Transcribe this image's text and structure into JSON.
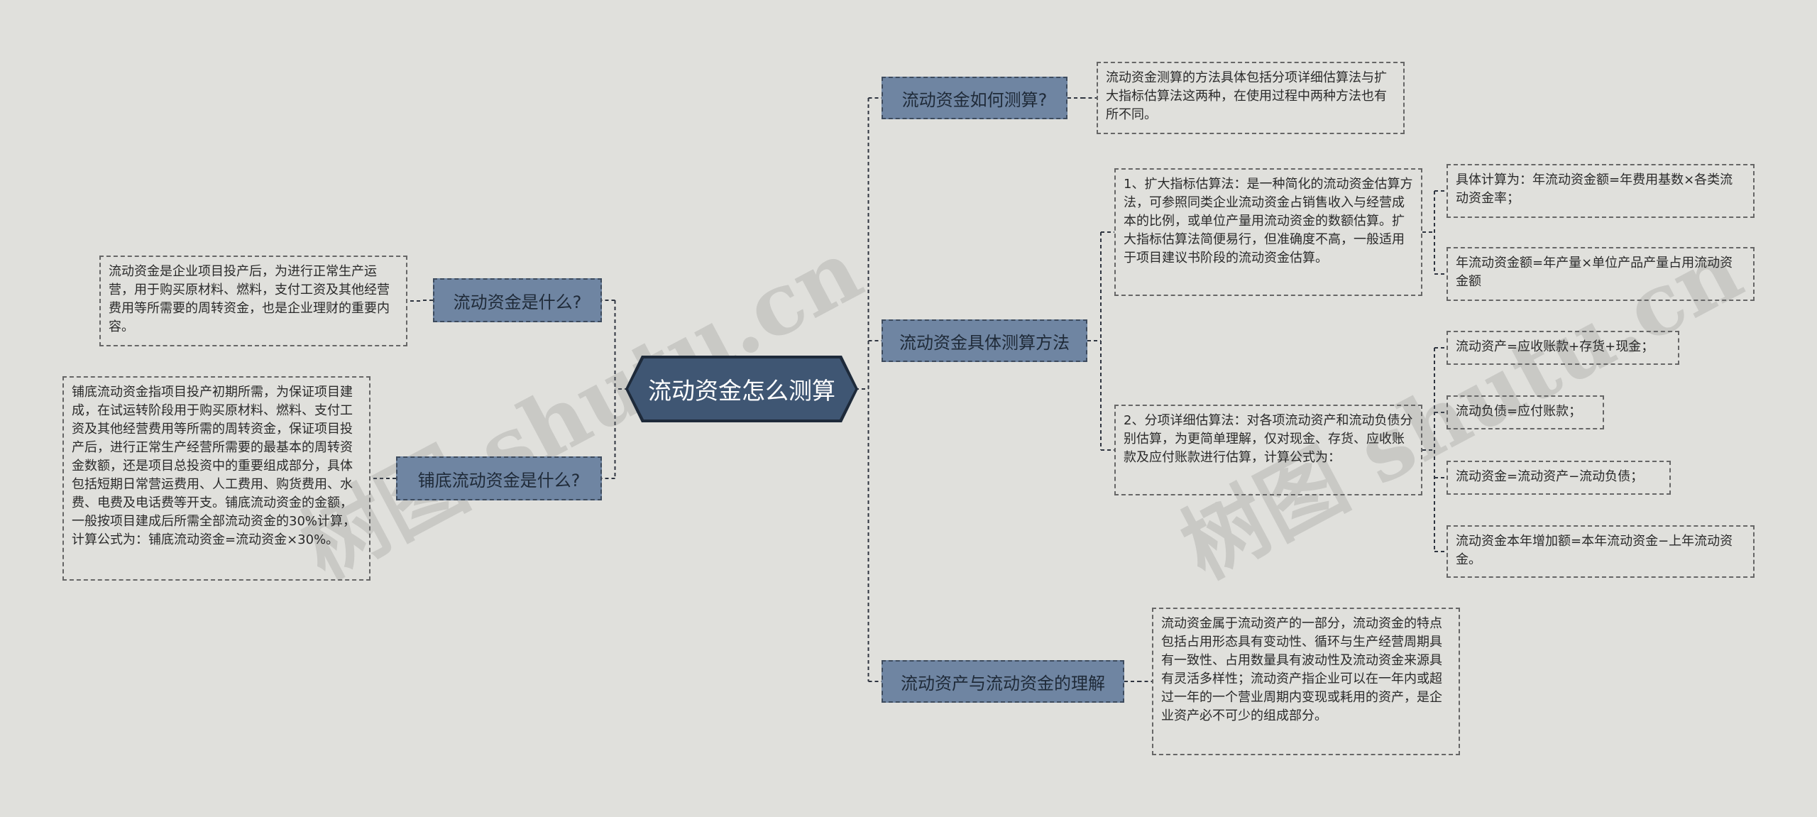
{
  "root": {
    "label": "流动资金怎么测算"
  },
  "branches": {
    "how": "流动资金如何测算?",
    "method": "流动资金具体测算方法",
    "understand": "流动资产与流动资金的理解",
    "what": "流动资金是什么?",
    "base": "铺底流动资金是什么?"
  },
  "leaves": {
    "how_desc": "流动资金测算的方法具体包括分项详细估算法与扩大指标估算法这两种，在使用过程中两种方法也有所不同。",
    "method_expand": "1、扩大指标估算法：是一种简化的流动资金估算方法，可参照同类企业流动资金占销售收入与经营成本的比例，或单位产量用流动资金的数额估算。扩大指标估算法简便易行，但准确度不高，一般适用于项目建议书阶段的流动资金估算。",
    "method_itemized": "2、分项详细估算法：对各项流动资产和流动负债分别估算，为更简单理解，仅对现金、存货、应收账款及应付账款进行估算，计算公式为：",
    "formula_annual": "具体计算为：年流动资金额=年费用基数×各类流动资金率；",
    "formula_unit": "年流动资金额=年产量×单位产品产量占用流动资金额",
    "formula_assets": "流动资产=应收账款+存货+现金；",
    "formula_liab": "流动负债=应付账款；",
    "formula_capital": "流动资金=流动资产−流动负债；",
    "formula_increase": "流动资金本年增加额=本年流动资金−上年流动资金。",
    "understand_desc": "流动资金属于流动资产的一部分，流动资金的特点包括占用形态具有变动性、循环与生产经营周期具有一致性、占用数量具有波动性及流动资金来源具有灵活多样性；流动资产指企业可以在一年内或超过一年的一个营业周期内变现或耗用的资产，是企业资产必不可少的组成部分。",
    "what_desc": "流动资金是企业项目投产后，为进行正常生产运营，用于购买原材料、燃料，支付工资及其他经营费用等所需要的周转资金，也是企业理财的重要内容。",
    "base_desc": "铺底流动资金指项目投产初期所需，为保证项目建成，在试运转阶段用于购买原材料、燃料、支付工资及其他经营费用等所需的周转资金，保证项目投产后，进行正常生产经营所需要的最基本的周转资金数额，还是项目总投资中的重要组成部分，具体包括短期日常营运费用、人工费用、购货费用、水费、电费及电话费等开支。铺底流动资金的金额，一般按项目建成后所需全部流动资金的30%计算，计算公式为：铺底流动资金=流动资金×30%。"
  },
  "colors": {
    "background": "#e0e0dc",
    "root_fill": "#3f5673",
    "branch_fill": "#6f85a2",
    "line": "#2f3540"
  }
}
